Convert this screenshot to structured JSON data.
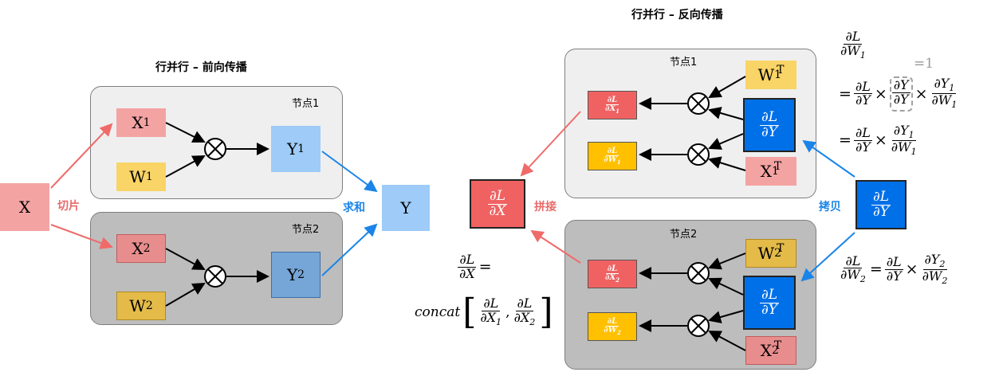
{
  "left": {
    "title": "行并行 – 前向传播",
    "node1_label": "节点1",
    "node2_label": "节点2",
    "x_label": "X",
    "y_label": "Y",
    "x1": "X",
    "x1_sub": "1",
    "w1": "W",
    "w1_sub": "1",
    "y1": "Y",
    "y1_sub": "1",
    "x2": "X",
    "x2_sub": "2",
    "w2": "W",
    "w2_sub": "2",
    "y2": "Y",
    "y2_sub": "2",
    "split_label": "切片",
    "sum_label": "求和"
  },
  "right": {
    "title": "行并行 – 反向传播",
    "node1_label": "节点1",
    "node2_label": "节点2",
    "concat_label": "拼接",
    "copy_label": "拷贝",
    "w1t": "W",
    "w1t_sub": "1",
    "x1t": "X",
    "x1t_sub": "1",
    "w2t": "W",
    "w2t_sub": "2",
    "x2t": "X",
    "x2t_sub": "2",
    "t_sup": "T",
    "partial_L": "∂L",
    "partial_Y": "∂Y",
    "partial_X": "∂X",
    "partial_X1": "∂X",
    "partial_W1": "∂W",
    "partial_Y1": "∂Y",
    "partial_W2": "∂W",
    "partial_Y2": "∂Y",
    "partial_X2": "∂X",
    "eq": "=",
    "times": "×",
    "one_annot": "=1",
    "concat_word": "concat",
    "comma": ","
  },
  "colors": {
    "red_arrow": "#f06a6a",
    "blue_arrow": "#1a84e8",
    "black": "#000000"
  }
}
